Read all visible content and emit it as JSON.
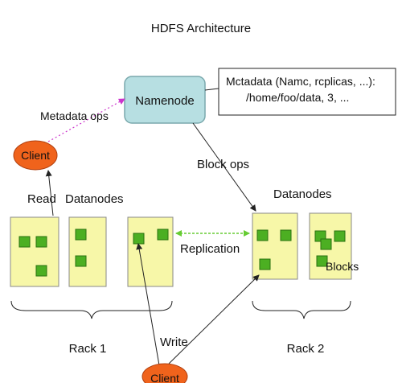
{
  "title": "HDFS Architecture",
  "namenode": {
    "label": "Namenode"
  },
  "metadata_box": {
    "line1": "Mctadata (Namc, rcplicas, ...):",
    "line2": "/home/foo/data, 3, ..."
  },
  "labels": {
    "metadata_ops": "Metadata ops",
    "block_ops": "Block ops",
    "read": "Read",
    "write": "Write",
    "replication": "Replication",
    "blocks": "Blocks",
    "datanodes_left": "Datanodes",
    "datanodes_right": "Datanodes",
    "rack1": "Rack 1",
    "rack2": "Rack 2"
  },
  "clients": {
    "top": "Client",
    "bottom": "Client"
  },
  "colors": {
    "namenode_fill": "#b7dfe2",
    "datanode_fill": "#f7f7a8",
    "block_fill": "#4caf22",
    "client_fill": "#f0631c",
    "replication_arrow": "#66cc33",
    "metadata_ops_arrow": "#cc33cc"
  }
}
